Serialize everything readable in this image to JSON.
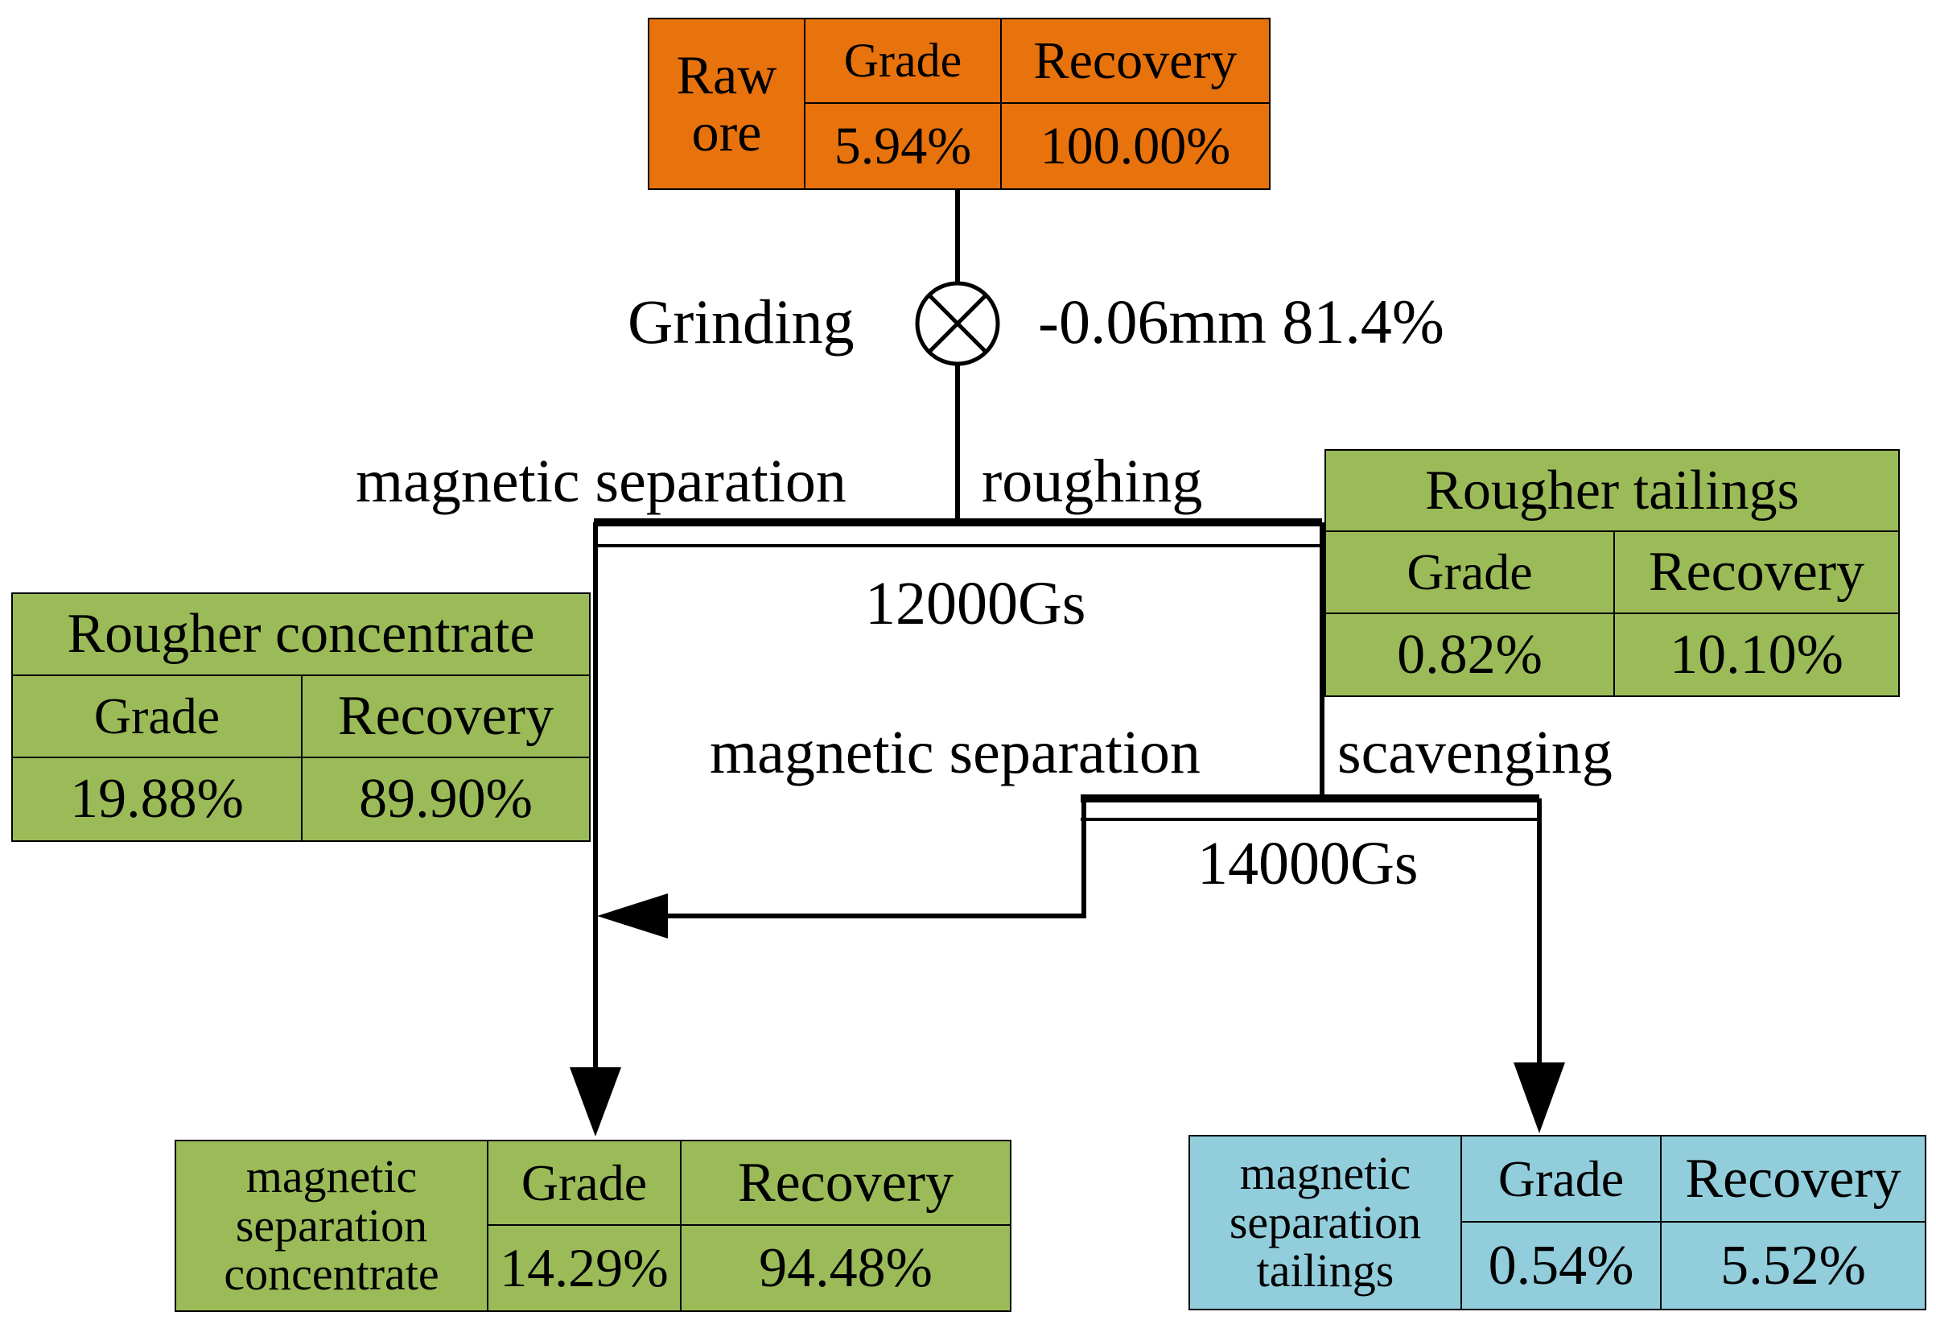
{
  "raw_ore": {
    "label": "Raw ore",
    "grade_label": "Grade",
    "recovery_label": "Recovery",
    "grade": "5.94%",
    "recovery": "100.00%",
    "color": "#e8720c"
  },
  "grinding": {
    "label": "Grinding",
    "size_spec": "-0.06mm 81.4%"
  },
  "roughing": {
    "label_left": "magnetic separation",
    "label_right": "roughing",
    "field": "12000Gs"
  },
  "scavenging": {
    "label_left": "magnetic separation",
    "label_right": "scavenging",
    "field": "14000Gs"
  },
  "rougher_tailings": {
    "title": "Rougher tailings",
    "grade_label": "Grade",
    "recovery_label": "Recovery",
    "grade": "0.82%",
    "recovery": "10.10%",
    "color": "#9bbb59"
  },
  "rougher_concentrate": {
    "title": "Rougher concentrate",
    "grade_label": "Grade",
    "recovery_label": "Recovery",
    "grade": "19.88%",
    "recovery": "89.90%",
    "color": "#9bbb59"
  },
  "mag_concentrate": {
    "label": "magnetic separation concentrate",
    "grade_label": "Grade",
    "recovery_label": "Recovery",
    "grade": "14.29%",
    "recovery": "94.48%",
    "color": "#9bbb59"
  },
  "mag_tailings": {
    "label": "magnetic separation tailings",
    "grade_label": "Grade",
    "recovery_label": "Recovery",
    "grade": "0.54%",
    "recovery": "5.52%",
    "color": "#92cddc"
  }
}
